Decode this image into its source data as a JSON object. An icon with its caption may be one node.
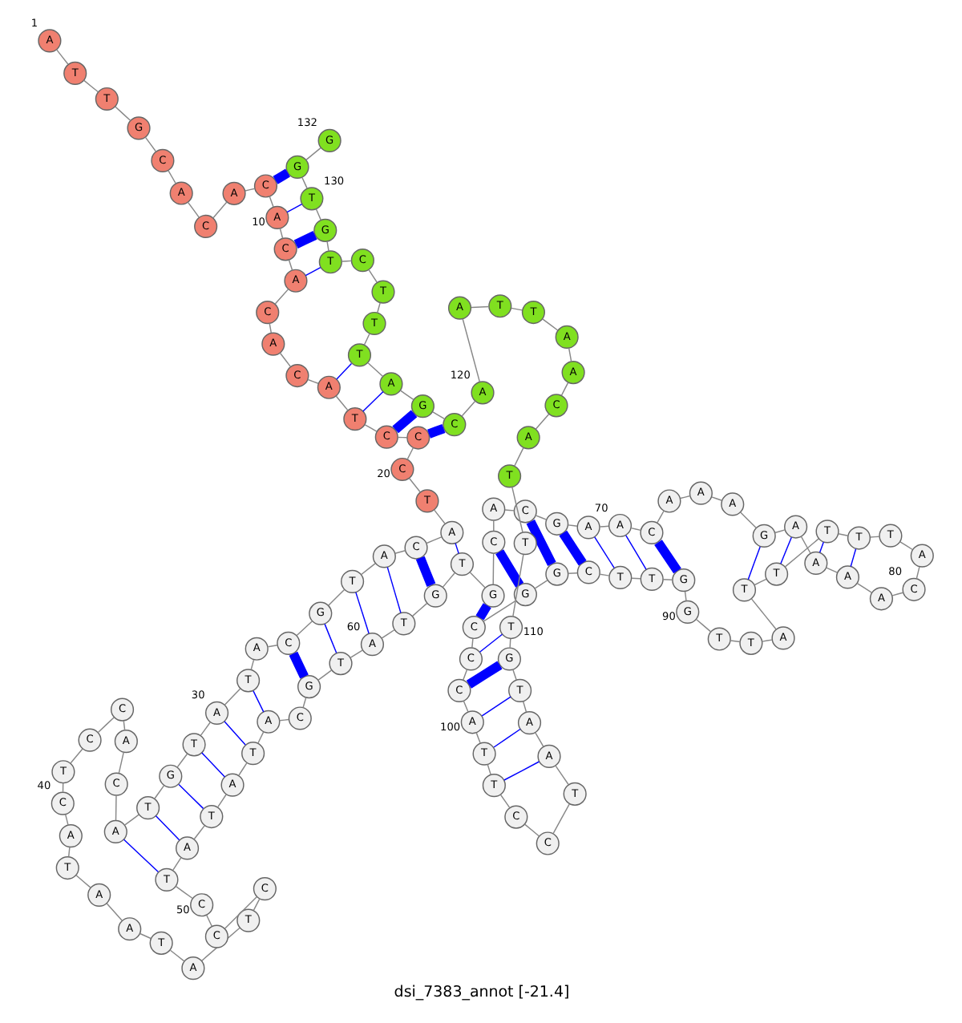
{
  "diagram": {
    "title": "dsi_7383_annot [-21.4]",
    "nodes": [
      {
        "text": [
          "A"
        ],
        "beside": [
          "1"
        ]
      },
      {
        "text": [
          "T"
        ]
      },
      {
        "text": [
          "T"
        ]
      },
      {
        "text": [
          "G"
        ]
      },
      {
        "text": [
          "C"
        ]
      },
      {
        "text": [
          "A"
        ]
      },
      {
        "text": [
          "C"
        ]
      },
      {
        "text": [
          "A"
        ]
      },
      {
        "text": [
          "C"
        ]
      },
      {
        "text": [
          "A"
        ],
        "beside": [
          "10"
        ]
      },
      {
        "text": [
          "C"
        ]
      },
      {
        "text": [
          "A"
        ]
      },
      {
        "text": [
          "C"
        ]
      },
      {
        "text": [
          "A"
        ]
      },
      {
        "text": [
          "C"
        ]
      },
      {
        "text": [
          "A"
        ]
      },
      {
        "text": [
          "T"
        ]
      },
      {
        "text": [
          "C"
        ]
      },
      {
        "text": [
          "C"
        ]
      },
      {
        "text": [
          "C"
        ],
        "beside": [
          "20"
        ]
      },
      {
        "text": [
          "T"
        ]
      },
      {
        "text": [
          "A"
        ]
      },
      {
        "text": [
          "C"
        ]
      },
      {
        "text": [
          "A"
        ]
      },
      {
        "text": [
          "T"
        ]
      },
      {
        "text": [
          "G"
        ]
      },
      {
        "text": [
          "C"
        ]
      },
      {
        "text": [
          "A"
        ]
      },
      {
        "text": [
          "T"
        ]
      },
      {
        "text": [
          "A"
        ],
        "beside": [
          "30"
        ]
      },
      {
        "text": [
          "T"
        ]
      },
      {
        "text": [
          "G"
        ]
      },
      {
        "text": [
          "T"
        ]
      },
      {
        "text": [
          "A"
        ]
      },
      {
        "text": [
          "C"
        ]
      },
      {
        "text": [
          "A"
        ]
      },
      {
        "text": [
          "C"
        ]
      },
      {
        "text": [
          "C"
        ]
      },
      {
        "text": [
          "T"
        ]
      },
      {
        "text": [
          "C"
        ],
        "beside": [
          "40"
        ]
      },
      {
        "text": [
          "A"
        ]
      },
      {
        "text": [
          "T"
        ]
      },
      {
        "text": [
          "A"
        ]
      },
      {
        "text": [
          "A"
        ]
      },
      {
        "text": [
          "T"
        ]
      },
      {
        "text": [
          "A"
        ]
      },
      {
        "text": [
          "T"
        ]
      },
      {
        "text": [
          "C"
        ]
      },
      {
        "text": [
          "C"
        ]
      },
      {
        "text": [
          "C"
        ],
        "beside": [
          "50"
        ]
      },
      {
        "text": [
          "T"
        ]
      },
      {
        "text": [
          "A"
        ]
      },
      {
        "text": [
          "T"
        ]
      },
      {
        "text": [
          "A"
        ]
      },
      {
        "text": [
          "T"
        ]
      },
      {
        "text": [
          "A"
        ]
      },
      {
        "text": [
          "C"
        ]
      },
      {
        "text": [
          "G"
        ]
      },
      {
        "text": [
          "T"
        ]
      },
      {
        "text": [
          "A"
        ],
        "beside": [
          "60"
        ]
      },
      {
        "text": [
          "T"
        ]
      },
      {
        "text": [
          "G"
        ]
      },
      {
        "text": [
          "T"
        ]
      },
      {
        "text": [
          "G"
        ]
      },
      {
        "text": [
          "C"
        ]
      },
      {
        "text": [
          "A"
        ]
      },
      {
        "text": [
          "C"
        ]
      },
      {
        "text": [
          "G"
        ]
      },
      {
        "text": [
          "A"
        ]
      },
      {
        "text": [
          "A"
        ],
        "beside": [
          "70"
        ]
      },
      {
        "text": [
          "C"
        ]
      },
      {
        "text": [
          "A"
        ]
      },
      {
        "text": [
          "A"
        ]
      },
      {
        "text": [
          "A"
        ]
      },
      {
        "text": [
          "G"
        ]
      },
      {
        "text": [
          "A"
        ]
      },
      {
        "text": [
          "A"
        ]
      },
      {
        "text": [
          "A"
        ]
      },
      {
        "text": [
          "A"
        ]
      },
      {
        "text": [
          "C"
        ],
        "beside": [
          "80"
        ]
      },
      {
        "text": [
          "A"
        ]
      },
      {
        "text": [
          "T"
        ]
      },
      {
        "text": [
          "T"
        ]
      },
      {
        "text": [
          "T"
        ]
      },
      {
        "text": [
          "T"
        ]
      },
      {
        "text": [
          "T"
        ]
      },
      {
        "text": [
          "A"
        ]
      },
      {
        "text": [
          "T"
        ]
      },
      {
        "text": [
          "T"
        ]
      },
      {
        "text": [
          "G"
        ],
        "beside": [
          "90"
        ]
      },
      {
        "text": [
          "G"
        ]
      },
      {
        "text": [
          "T"
        ]
      },
      {
        "text": [
          "T"
        ]
      },
      {
        "text": [
          "C"
        ]
      },
      {
        "text": [
          "G"
        ]
      },
      {
        "text": [
          "G"
        ]
      },
      {
        "text": [
          "C"
        ]
      },
      {
        "text": [
          "C"
        ]
      },
      {
        "text": [
          "C"
        ]
      },
      {
        "text": [
          "A"
        ],
        "beside": [
          "100"
        ]
      },
      {
        "text": [
          "T"
        ]
      },
      {
        "text": [
          "T"
        ]
      },
      {
        "text": [
          "C"
        ]
      },
      {
        "text": [
          "C"
        ]
      },
      {
        "text": [
          "T"
        ]
      },
      {
        "text": [
          "A"
        ]
      },
      {
        "text": [
          "A"
        ]
      },
      {
        "text": [
          "T"
        ]
      },
      {
        "text": [
          "G"
        ]
      },
      {
        "text": [
          "T"
        ],
        "beside": [
          "110"
        ]
      },
      {
        "text": [
          "T"
        ]
      },
      {
        "text": [
          "T"
        ]
      },
      {
        "text": [
          "A"
        ]
      },
      {
        "text": [
          "C"
        ]
      },
      {
        "text": [
          "A"
        ]
      },
      {
        "text": [
          "A"
        ]
      },
      {
        "text": [
          "T"
        ]
      },
      {
        "text": [
          "T"
        ]
      },
      {
        "text": [
          "A"
        ]
      },
      {
        "text": [
          "A"
        ],
        "beside": [
          "120"
        ]
      },
      {
        "text": [
          "C"
        ]
      },
      {
        "text": [
          "G"
        ]
      },
      {
        "text": [
          "A"
        ]
      },
      {
        "text": [
          "T"
        ]
      },
      {
        "text": [
          "T"
        ]
      },
      {
        "text": [
          "T"
        ]
      },
      {
        "text": [
          "C"
        ]
      },
      {
        "text": [
          "T"
        ]
      },
      {
        "text": [
          "G"
        ]
      },
      {
        "text": [
          "T"
        ],
        "beside": [
          "130"
        ]
      },
      {
        "text": [
          "G"
        ]
      },
      {
        "text": [
          "G"
        ],
        "beside": [
          "132"
        ]
      }
    ],
    "edges": [
      {
        "from": 0,
        "to": 1,
        "arrow": "none"
      },
      {
        "from": 1,
        "to": 2,
        "arrow": "none"
      },
      {
        "from": 2,
        "to": 3,
        "arrow": "none"
      },
      {
        "from": 3,
        "to": 4,
        "arrow": "none"
      },
      {
        "from": 4,
        "to": 5,
        "arrow": "none"
      },
      {
        "from": 5,
        "to": 6,
        "arrow": "none"
      },
      {
        "from": 6,
        "to": 7,
        "arrow": "none"
      },
      {
        "from": 7,
        "to": 8,
        "arrow": "none"
      },
      {
        "from": 8,
        "to": 9,
        "arrow": "none"
      },
      {
        "from": 9,
        "to": 10,
        "arrow": "none"
      },
      {
        "from": 10,
        "to": 11,
        "arrow": "none"
      },
      {
        "from": 11,
        "to": 12,
        "arrow": "none"
      },
      {
        "from": 12,
        "to": 13,
        "arrow": "none"
      },
      {
        "from": 13,
        "to": 14,
        "arrow": "none"
      },
      {
        "from": 14,
        "to": 15,
        "arrow": "none"
      },
      {
        "from": 15,
        "to": 16,
        "arrow": "none"
      },
      {
        "from": 16,
        "to": 17,
        "arrow": "none"
      },
      {
        "from": 17,
        "to": 18,
        "arrow": "none"
      },
      {
        "from": 18,
        "to": 19,
        "arrow": "none"
      },
      {
        "from": 19,
        "to": 20,
        "arrow": "none"
      },
      {
        "from": 20,
        "to": 21,
        "arrow": "none"
      },
      {
        "from": 21,
        "to": 22,
        "arrow": "none"
      },
      {
        "from": 22,
        "to": 23,
        "arrow": "none"
      },
      {
        "from": 23,
        "to": 24,
        "arrow": "none"
      },
      {
        "from": 24,
        "to": 25,
        "arrow": "none"
      },
      {
        "from": 25,
        "to": 26,
        "arrow": "none"
      },
      {
        "from": 26,
        "to": 27,
        "arrow": "none"
      },
      {
        "from": 27,
        "to": 28,
        "arrow": "none"
      },
      {
        "from": 28,
        "to": 29,
        "arrow": "none"
      },
      {
        "from": 29,
        "to": 30,
        "arrow": "none"
      },
      {
        "from": 30,
        "to": 31,
        "arrow": "none"
      },
      {
        "from": 31,
        "to": 32,
        "arrow": "none"
      },
      {
        "from": 32,
        "to": 33,
        "arrow": "none"
      },
      {
        "from": 33,
        "to": 34,
        "arrow": "none"
      },
      {
        "from": 34,
        "to": 35,
        "arrow": "none"
      },
      {
        "from": 35,
        "to": 36,
        "arrow": "none"
      },
      {
        "from": 36,
        "to": 37,
        "arrow": "none"
      },
      {
        "from": 37,
        "to": 38,
        "arrow": "none"
      },
      {
        "from": 38,
        "to": 39,
        "arrow": "none"
      },
      {
        "from": 39,
        "to": 40,
        "arrow": "none"
      },
      {
        "from": 40,
        "to": 41,
        "arrow": "none"
      },
      {
        "from": 41,
        "to": 42,
        "arrow": "none"
      },
      {
        "from": 42,
        "to": 43,
        "arrow": "none"
      },
      {
        "from": 43,
        "to": 44,
        "arrow": "none"
      },
      {
        "from": 44,
        "to": 45,
        "arrow": "none"
      },
      {
        "from": 45,
        "to": 46,
        "arrow": "none"
      },
      {
        "from": 46,
        "to": 47,
        "arrow": "none"
      },
      {
        "from": 47,
        "to": 48,
        "arrow": "none"
      },
      {
        "from": 48,
        "to": 49,
        "arrow": "none"
      },
      {
        "from": 49,
        "to": 50,
        "arrow": "none"
      },
      {
        "from": 50,
        "to": 51,
        "arrow": "none"
      },
      {
        "from": 51,
        "to": 52,
        "arrow": "none"
      },
      {
        "from": 52,
        "to": 53,
        "arrow": "none"
      },
      {
        "from": 53,
        "to": 54,
        "arrow": "none"
      },
      {
        "from": 54,
        "to": 55,
        "arrow": "none"
      },
      {
        "from": 55,
        "to": 56,
        "arrow": "none"
      },
      {
        "from": 56,
        "to": 57,
        "arrow": "none"
      },
      {
        "from": 57,
        "to": 58,
        "arrow": "none"
      },
      {
        "from": 58,
        "to": 59,
        "arrow": "none"
      },
      {
        "from": 59,
        "to": 60,
        "arrow": "none"
      },
      {
        "from": 60,
        "to": 61,
        "arrow": "none"
      },
      {
        "from": 61,
        "to": 62,
        "arrow": "none"
      },
      {
        "from": 62,
        "to": 63,
        "arrow": "none"
      },
      {
        "from": 63,
        "to": 64,
        "arrow": "none"
      },
      {
        "from": 64,
        "to": 65,
        "arrow": "none"
      },
      {
        "from": 65,
        "to": 66,
        "arrow": "none"
      },
      {
        "from": 66,
        "to": 67,
        "arrow": "none"
      },
      {
        "from": 67,
        "to": 68,
        "arrow": "none"
      },
      {
        "from": 68,
        "to": 69,
        "arrow": "none"
      },
      {
        "from": 69,
        "to": 70,
        "arrow": "none"
      },
      {
        "from": 70,
        "to": 71,
        "arrow": "none"
      },
      {
        "from": 71,
        "to": 72,
        "arrow": "none"
      },
      {
        "from": 72,
        "to": 73,
        "arrow": "none"
      },
      {
        "from": 73,
        "to": 74,
        "arrow": "none"
      },
      {
        "from": 74,
        "to": 75,
        "arrow": "none"
      },
      {
        "from": 75,
        "to": 76,
        "arrow": "none"
      },
      {
        "from": 76,
        "to": 77,
        "arrow": "none"
      },
      {
        "from": 77,
        "to": 78,
        "arrow": "none"
      },
      {
        "from": 78,
        "to": 79,
        "arrow": "none"
      },
      {
        "from": 79,
        "to": 80,
        "arrow": "none"
      },
      {
        "from": 80,
        "to": 81,
        "arrow": "none"
      },
      {
        "from": 81,
        "to": 82,
        "arrow": "none"
      },
      {
        "from": 82,
        "to": 83,
        "arrow": "none"
      },
      {
        "from": 83,
        "to": 84,
        "arrow": "none"
      },
      {
        "from": 84,
        "to": 85,
        "arrow": "none"
      },
      {
        "from": 85,
        "to": 86,
        "arrow": "none"
      },
      {
        "from": 86,
        "to": 87,
        "arrow": "none"
      },
      {
        "from": 87,
        "to": 88,
        "arrow": "none"
      },
      {
        "from": 88,
        "to": 89,
        "arrow": "none"
      },
      {
        "from": 89,
        "to": 90,
        "arrow": "none"
      },
      {
        "from": 90,
        "to": 91,
        "arrow": "none"
      },
      {
        "from": 91,
        "to": 92,
        "arrow": "none"
      },
      {
        "from": 92,
        "to": 93,
        "arrow": "none"
      },
      {
        "from": 93,
        "to": 94,
        "arrow": "none"
      },
      {
        "from": 94,
        "to": 95,
        "arrow": "none"
      },
      {
        "from": 95,
        "to": 96,
        "arrow": "none"
      },
      {
        "from": 96,
        "to": 97,
        "arrow": "none"
      },
      {
        "from": 97,
        "to": 98,
        "arrow": "none"
      },
      {
        "from": 98,
        "to": 99,
        "arrow": "none"
      },
      {
        "from": 99,
        "to": 100,
        "arrow": "none"
      },
      {
        "from": 100,
        "to": 101,
        "arrow": "none"
      },
      {
        "from": 101,
        "to": 102,
        "arrow": "none"
      },
      {
        "from": 102,
        "to": 103,
        "arrow": "none"
      },
      {
        "from": 103,
        "to": 104,
        "arrow": "none"
      },
      {
        "from": 104,
        "to": 105,
        "arrow": "none"
      },
      {
        "from": 105,
        "to": 106,
        "arrow": "none"
      },
      {
        "from": 106,
        "to": 107,
        "arrow": "none"
      },
      {
        "from": 107,
        "to": 108,
        "arrow": "none"
      },
      {
        "from": 108,
        "to": 109,
        "arrow": "none"
      },
      {
        "from": 109,
        "to": 110,
        "arrow": "none"
      },
      {
        "from": 110,
        "to": 111,
        "arrow": "none"
      },
      {
        "from": 111,
        "to": 112,
        "arrow": "none"
      },
      {
        "from": 112,
        "to": 113,
        "arrow": "none"
      },
      {
        "from": 113,
        "to": 114,
        "arrow": "none"
      },
      {
        "from": 114,
        "to": 115,
        "arrow": "none"
      },
      {
        "from": 115,
        "to": 116,
        "arrow": "none"
      },
      {
        "from": 116,
        "to": 117,
        "arrow": "none"
      },
      {
        "from": 117,
        "to": 118,
        "arrow": "none"
      },
      {
        "from": 118,
        "to": 119,
        "arrow": "none"
      },
      {
        "from": 119,
        "to": 120,
        "arrow": "none"
      },
      {
        "from": 120,
        "to": 121,
        "arrow": "none"
      },
      {
        "from": 121,
        "to": 122,
        "arrow": "none"
      },
      {
        "from": 122,
        "to": 123,
        "arrow": "none"
      },
      {
        "from": 123,
        "to": 124,
        "arrow": "none"
      },
      {
        "from": 124,
        "to": 125,
        "arrow": "none"
      },
      {
        "from": 125,
        "to": 126,
        "arrow": "none"
      },
      {
        "from": 126,
        "to": 127,
        "arrow": "none"
      },
      {
        "from": 127,
        "to": 128,
        "arrow": "none"
      },
      {
        "from": 128,
        "to": 129,
        "arrow": "none"
      },
      {
        "from": 129,
        "to": 130,
        "arrow": "none"
      },
      {
        "from": 130,
        "to": 131,
        "arrow": "none"
      },
      {
        "from": 50,
        "to": 33,
        "arrow": "none",
        "color": "#0000ff"
      },
      {
        "from": 51,
        "to": 32,
        "arrow": "none",
        "color": "#0000ff"
      },
      {
        "from": 52,
        "to": 31,
        "arrow": "none",
        "color": "#0000ff"
      },
      {
        "from": 53,
        "to": 30,
        "arrow": "none",
        "color": "#0000ff"
      },
      {
        "from": 54,
        "to": 29,
        "arrow": "none",
        "color": "#0000ff"
      },
      {
        "from": 55,
        "to": 28,
        "arrow": "none",
        "color": "#0000ff"
      },
      {
        "from": 57,
        "to": 26,
        "arrow": "none",
        "color": "#0000ff",
        "style": "thick"
      },
      {
        "from": 58,
        "to": 25,
        "arrow": "none",
        "color": "#0000ff"
      },
      {
        "from": 59,
        "to": 24,
        "arrow": "none",
        "color": "#0000ff"
      },
      {
        "from": 60,
        "to": 23,
        "arrow": "none",
        "color": "#0000ff"
      },
      {
        "from": 61,
        "to": 22,
        "arrow": "none",
        "color": "#0000ff",
        "style": "thick"
      },
      {
        "from": 62,
        "to": 21,
        "arrow": "none",
        "color": "#0000ff"
      },
      {
        "from": 63,
        "to": 96,
        "arrow": "none",
        "color": "#0000ff",
        "style": "thick"
      },
      {
        "from": 64,
        "to": 95,
        "arrow": "none",
        "color": "#0000ff",
        "style": "thick"
      },
      {
        "from": 66,
        "to": 94,
        "arrow": "none",
        "color": "#0000ff",
        "style": "thick"
      },
      {
        "from": 67,
        "to": 93,
        "arrow": "none",
        "color": "#0000ff",
        "style": "thick"
      },
      {
        "from": 68,
        "to": 92,
        "arrow": "none",
        "color": "#0000ff"
      },
      {
        "from": 69,
        "to": 91,
        "arrow": "none",
        "color": "#0000ff"
      },
      {
        "from": 70,
        "to": 90,
        "arrow": "none",
        "color": "#0000ff",
        "style": "thick"
      },
      {
        "from": 74,
        "to": 85,
        "arrow": "none",
        "color": "#0000ff"
      },
      {
        "from": 75,
        "to": 84,
        "arrow": "none",
        "color": "#0000ff"
      },
      {
        "from": 76,
        "to": 83,
        "arrow": "none",
        "color": "#0000ff"
      },
      {
        "from": 77,
        "to": 82,
        "arrow": "none",
        "color": "#0000ff"
      },
      {
        "from": 97,
        "to": 109,
        "arrow": "none",
        "color": "#0000ff"
      },
      {
        "from": 98,
        "to": 108,
        "arrow": "none",
        "color": "#0000ff",
        "style": "thick"
      },
      {
        "from": 99,
        "to": 107,
        "arrow": "none",
        "color": "#0000ff"
      },
      {
        "from": 100,
        "to": 106,
        "arrow": "none",
        "color": "#0000ff"
      },
      {
        "from": 101,
        "to": 105,
        "arrow": "none",
        "color": "#0000ff"
      },
      {
        "from": 18,
        "to": 120,
        "arrow": "none",
        "color": "#0000ff",
        "style": "thick"
      },
      {
        "from": 17,
        "to": 121,
        "arrow": "none",
        "color": "#0000ff",
        "style": "thick"
      },
      {
        "from": 16,
        "to": 122,
        "arrow": "none",
        "color": "#0000ff"
      },
      {
        "from": 15,
        "to": 123,
        "arrow": "none",
        "color": "#0000ff"
      },
      {
        "from": 11,
        "to": 127,
        "arrow": "none",
        "color": "#0000ff"
      },
      {
        "from": 10,
        "to": 128,
        "arrow": "none",
        "color": "#0000ff",
        "style": "thick"
      },
      {
        "from": 9,
        "to": 129,
        "arrow": "none",
        "color": "#0000ff"
      },
      {
        "from": 8,
        "to": 130,
        "arrow": "none",
        "color": "#0000ff",
        "style": "thick"
      }
    ]
  }
}
